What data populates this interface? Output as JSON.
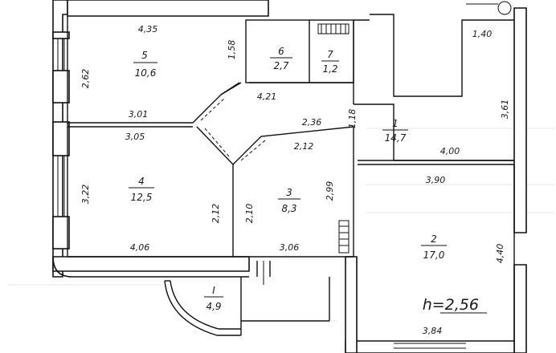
{
  "plan": {
    "height_label": "h=2,56",
    "rooms": [
      {
        "number": "1",
        "area": "14,7"
      },
      {
        "number": "2",
        "area": "17,0"
      },
      {
        "number": "3",
        "area": "8,3"
      },
      {
        "number": "4",
        "area": "12,5"
      },
      {
        "number": "5",
        "area": "10,6"
      },
      {
        "number": "6",
        "area": "2,7"
      },
      {
        "number": "7",
        "area": "1,2"
      },
      {
        "number": "I",
        "area": "4,9"
      }
    ],
    "dimensions": {
      "room5_width": "4,35",
      "room5_height": "2,62",
      "room5_right": "1,58",
      "room5_bottom": "3,01",
      "room4_top": "3,05",
      "room4_left": "3,22",
      "room4_right": "2,12",
      "room4_bottom": "4,06",
      "corridor_top": "4,21",
      "corridor_mid": "2,36",
      "corridor_side": "1,18",
      "corridor_bottom": "4,00",
      "corridor_right": "3,61",
      "top_right": "1,40",
      "room3_top": "2,12",
      "room3_left": "2,10",
      "room3_right": "2,99",
      "room3_bottom": "3,06",
      "room2_top": "3,90",
      "room2_right": "4,40",
      "room2_bottom": "3,84"
    }
  }
}
